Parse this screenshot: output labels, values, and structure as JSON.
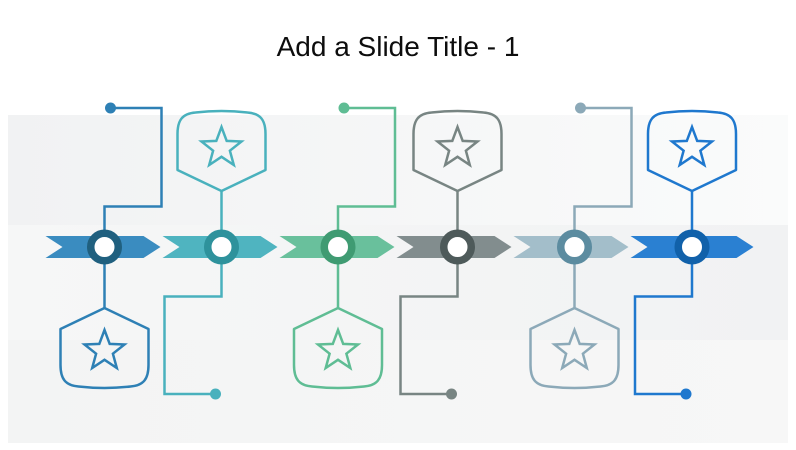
{
  "slide": {
    "title": "Add a Slide Title - 1",
    "title_color": "#0d0d0d"
  },
  "background": {
    "page": "#ffffff",
    "panel_bands": [
      {
        "from": "#f1f2f3",
        "to": "#fafbfb"
      },
      {
        "from": "#f6f7f7",
        "to": "#f1f2f3"
      },
      {
        "from": "#f3f4f4",
        "to": "#f7f7f7"
      }
    ]
  },
  "timeline": {
    "type": "chevron-process-timeline",
    "icon": "star-icon",
    "sections": [
      {
        "badge_position": "below",
        "connector_direction": "up",
        "chevron_color": "#3A8CC0",
        "ring_color": "#20607F",
        "accent_color": "#2E80B5"
      },
      {
        "badge_position": "above",
        "connector_direction": "down",
        "chevron_color": "#4FB4C0",
        "ring_color": "#2E929C",
        "accent_color": "#49B1BD"
      },
      {
        "badge_position": "below",
        "connector_direction": "up",
        "chevron_color": "#69C09C",
        "ring_color": "#3F9B72",
        "accent_color": "#5FBD94"
      },
      {
        "badge_position": "above",
        "connector_direction": "down",
        "chevron_color": "#828D8E",
        "ring_color": "#4E5A5A",
        "accent_color": "#788583"
      },
      {
        "badge_position": "below",
        "connector_direction": "up",
        "chevron_color": "#A3BECA",
        "ring_color": "#5C8CA0",
        "accent_color": "#8CA9B8"
      },
      {
        "badge_position": "above",
        "connector_direction": "down",
        "chevron_color": "#2A80D2",
        "ring_color": "#1161AA",
        "accent_color": "#1F78CE"
      }
    ]
  }
}
